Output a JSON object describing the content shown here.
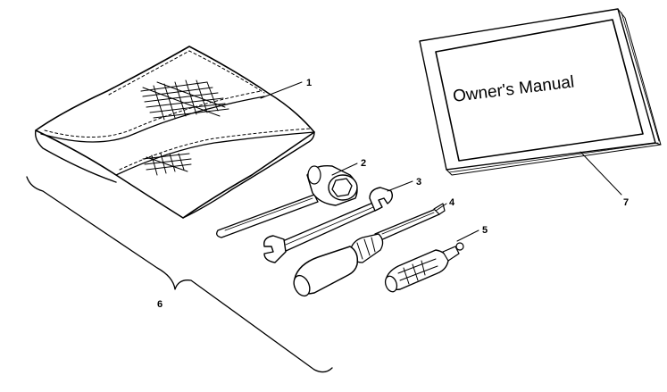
{
  "manual": {
    "title": "Owner's Manual"
  },
  "callouts": [
    {
      "id": "1",
      "label": "1"
    },
    {
      "id": "2",
      "label": "2"
    },
    {
      "id": "3",
      "label": "3"
    },
    {
      "id": "4",
      "label": "4"
    },
    {
      "id": "5",
      "label": "5"
    },
    {
      "id": "6",
      "label": "6"
    },
    {
      "id": "7",
      "label": "7"
    }
  ],
  "icons": {
    "tool_pouch": "tool-pouch-icon",
    "hex_key": "hex-key-icon",
    "wrench": "open-end-wrench-icon",
    "screwdriver": "screwdriver-icon",
    "spark_plug": "spark-plug-icon",
    "manual": "owners-manual-icon"
  }
}
